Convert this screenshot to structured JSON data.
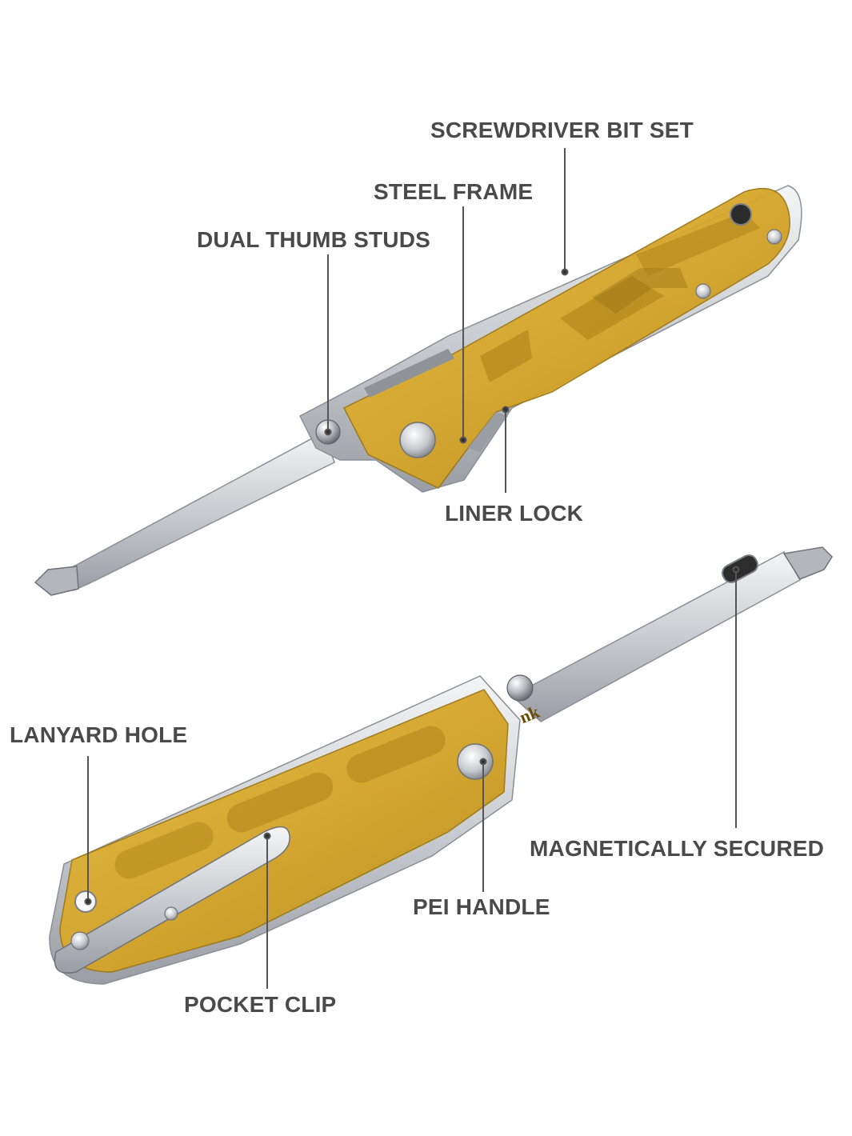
{
  "labels": {
    "screwdriver_bit_set": "SCREWDRIVER BIT SET",
    "steel_frame": "STEEL FRAME",
    "dual_thumb_studs": "DUAL THUMB STUDS",
    "liner_lock": "LINER LOCK",
    "lanyard_hole": "LANYARD HOLE",
    "magnetically_secured": "MAGNETICALLY SECURED",
    "pei_handle": "PEI HANDLE",
    "pocket_clip": "POCKET CLIP"
  },
  "logo_text": "nk",
  "colors": {
    "label_text": "#4a4a4a",
    "leader_line": "#555555",
    "handle_amber": "#d9ab2b",
    "handle_amber_dark": "#a77c12",
    "steel": "#cfd2d6",
    "steel_dark": "#8b8f95",
    "background": "#ffffff"
  }
}
